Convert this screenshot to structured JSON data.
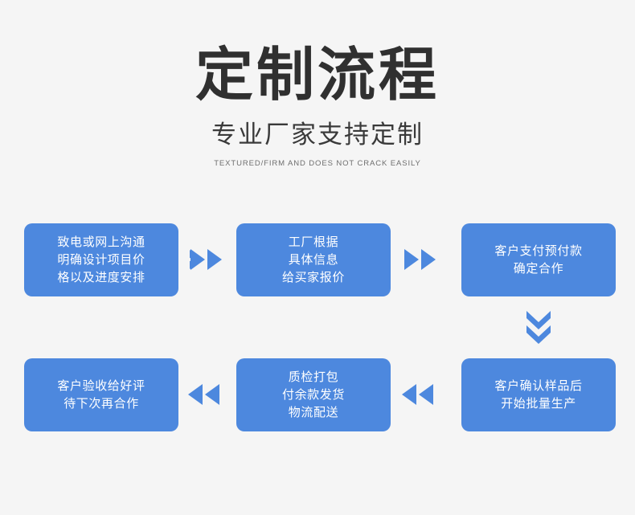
{
  "header": {
    "main_title": "定制流程",
    "sub_title": "专业厂家支持定制",
    "eng_title": "TEXTURED/FIRM AND DOES NOT CRACK EASILY"
  },
  "theme": {
    "background": "#f5f5f5",
    "box_blue": "#4d88de",
    "arrow_blue": "#4d88de",
    "title_color": "#303030",
    "box_text_color": "#ffffff"
  },
  "flow": {
    "steps": [
      {
        "id": "step-1",
        "text": "致电或网上沟通\n明确设计项目价\n格以及进度安排"
      },
      {
        "id": "step-2",
        "text": "工厂根据\n具体信息\n给买家报价"
      },
      {
        "id": "step-3",
        "text": "客户支付预付款\n确定合作"
      },
      {
        "id": "step-4",
        "text": "客户确认样品后\n开始批量生产"
      },
      {
        "id": "step-5",
        "text": "质检打包\n付余款发货\n物流配送"
      },
      {
        "id": "step-6",
        "text": "客户验收给好评\n待下次再合作"
      }
    ],
    "connectors": [
      {
        "id": "connector-1",
        "direction": "right"
      },
      {
        "id": "connector-2",
        "direction": "right"
      },
      {
        "id": "connector-3",
        "direction": "down"
      },
      {
        "id": "connector-4",
        "direction": "left"
      },
      {
        "id": "connector-5",
        "direction": "left"
      }
    ]
  }
}
